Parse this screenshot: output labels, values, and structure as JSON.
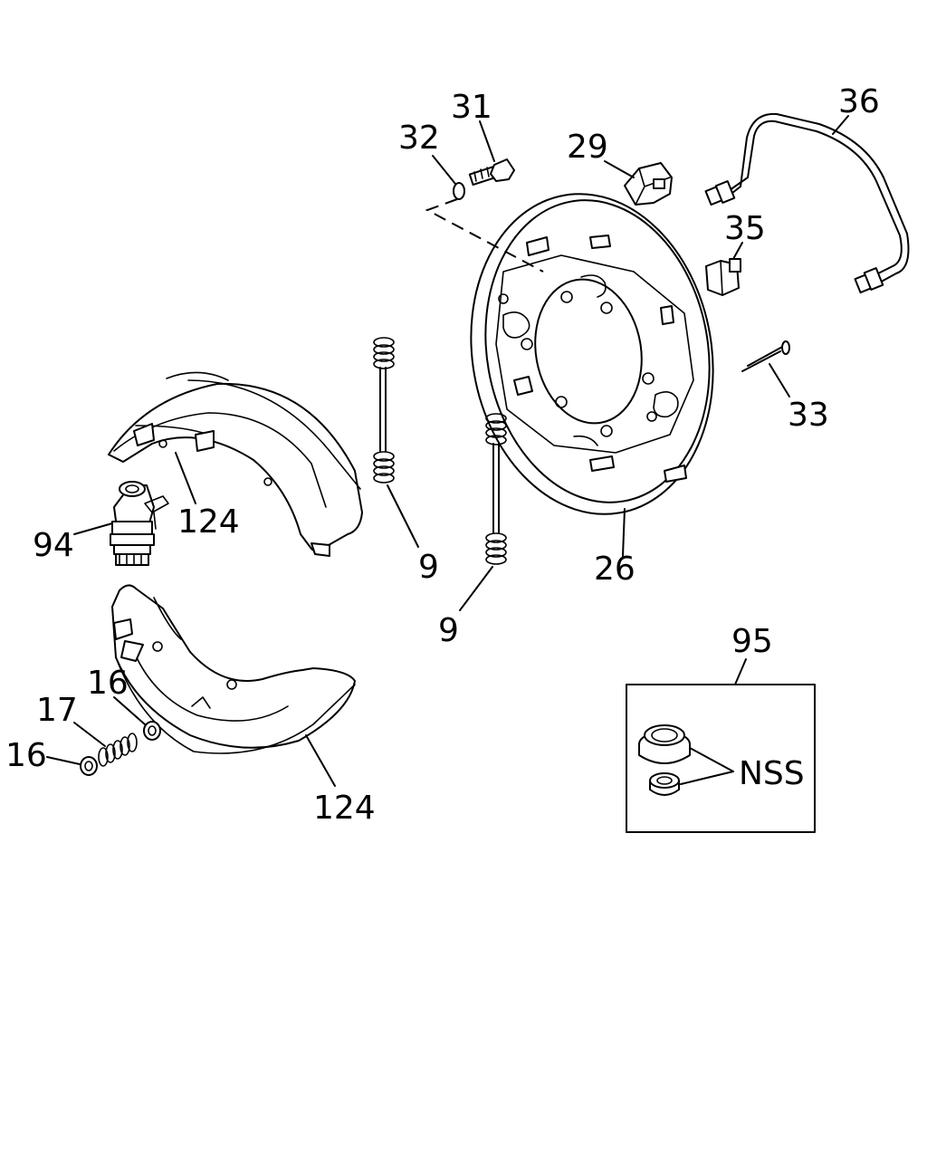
{
  "colors": {
    "ink": "#000000",
    "background": "#ffffff"
  },
  "labels": {
    "part_36": "36",
    "part_31": "31",
    "part_32": "32",
    "part_29": "29",
    "part_35": "35",
    "part_33": "33",
    "part_9_upper": "9",
    "part_9_lower": "9",
    "part_26": "26",
    "part_124_upper": "124",
    "part_124_lower": "124",
    "part_94": "94",
    "part_16_right": "16",
    "part_17": "17",
    "part_16_left": "16",
    "part_95": "95",
    "nss": "NSS"
  }
}
